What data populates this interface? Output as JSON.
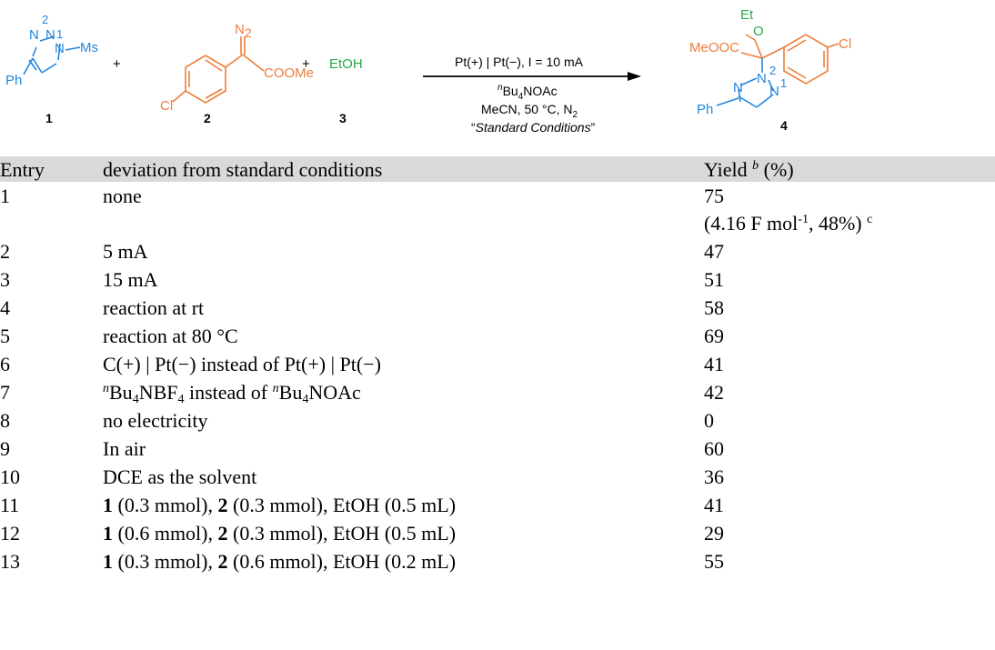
{
  "scheme": {
    "triazole_atoms": {
      "n2": "2",
      "n_left": "N",
      "n1": "1",
      "n_right": "N",
      "ms": "Ms",
      "n_top": "N",
      "ph": "Ph"
    },
    "diazo_atoms": {
      "n2": "N",
      "n2_sub": "2",
      "ester": "COOMe",
      "cl": "Cl"
    },
    "plus": "+",
    "ethanol": "EtOH",
    "compound_numbers": {
      "c1": "1",
      "c2": "2",
      "c3": "3",
      "c4": "4"
    },
    "conditions": {
      "line1": "Pt(+) | Pt(−), I = 10 mA",
      "line2_pre": "n",
      "line2_main": "Bu",
      "line2_sub": "4",
      "line2_post": "NOAc",
      "line3_pre": "MeCN, 50 °C, N",
      "line3_sub": "2",
      "line4_open": "“",
      "line4_italic": "Standard Conditions",
      "line4_close": "”"
    },
    "product_atoms": {
      "et": "Et",
      "o": "O",
      "ester": "MeOOC",
      "cl": "Cl",
      "n_left": "N",
      "n_mid": "N",
      "n2": "2",
      "n_right": "N",
      "n1": "1",
      "ph": "Ph"
    }
  },
  "table": {
    "headers": {
      "entry": "Entry",
      "deviation": "deviation from standard conditions",
      "yield_pre": "Yield ",
      "yield_sup": "b",
      "yield_post": " (%)"
    },
    "rows": [
      {
        "entry": "1",
        "deviation": "none",
        "yield": "75"
      },
      {
        "entry": "",
        "deviation": "",
        "yield_pre": "(4.16 F mol",
        "yield_sup": "-1",
        "yield_mid": ", 48%) ",
        "yield_sup2": "c"
      },
      {
        "entry": "2",
        "deviation": "5 mA",
        "yield": "47"
      },
      {
        "entry": "3",
        "deviation": "15 mA",
        "yield": "51"
      },
      {
        "entry": "4",
        "deviation": "reaction at rt",
        "yield": "58"
      },
      {
        "entry": "5",
        "deviation": "reaction at 80 °C",
        "yield": "69"
      },
      {
        "entry": "6",
        "deviation": "C(+) | Pt(−) instead of Pt(+) | Pt(−)",
        "yield": "41"
      },
      {
        "entry": "7",
        "dev_n1": "n",
        "dev_a": "Bu",
        "dev_sub1": "4",
        "dev_b": "NBF",
        "dev_sub2": "4",
        "dev_c": " instead of ",
        "dev_n2": "n",
        "dev_d": "Bu",
        "dev_sub3": "4",
        "dev_e": "NOAc",
        "yield": "42"
      },
      {
        "entry": "8",
        "deviation": "no electricity",
        "yield": "0"
      },
      {
        "entry": "9",
        "deviation": "In air",
        "yield": "60"
      },
      {
        "entry": "10",
        "deviation": "DCE as the solvent",
        "yield": "36"
      },
      {
        "entry": "11",
        "b1": "1",
        "t1": " (0.3 mmol), ",
        "b2": "2",
        "t2": " (0.3 mmol), EtOH (0.5 mL)",
        "yield": "41"
      },
      {
        "entry": "12",
        "b1": "1",
        "t1": " (0.6 mmol), ",
        "b2": "2",
        "t2": " (0.3 mmol), EtOH (0.5 mL)",
        "yield": "29"
      },
      {
        "entry": "13",
        "b1": "1",
        "t1": " (0.3 mmol), ",
        "b2": "2",
        "t2": " (0.6 mmol), EtOH (0.2 mL)",
        "yield": "55"
      }
    ]
  }
}
